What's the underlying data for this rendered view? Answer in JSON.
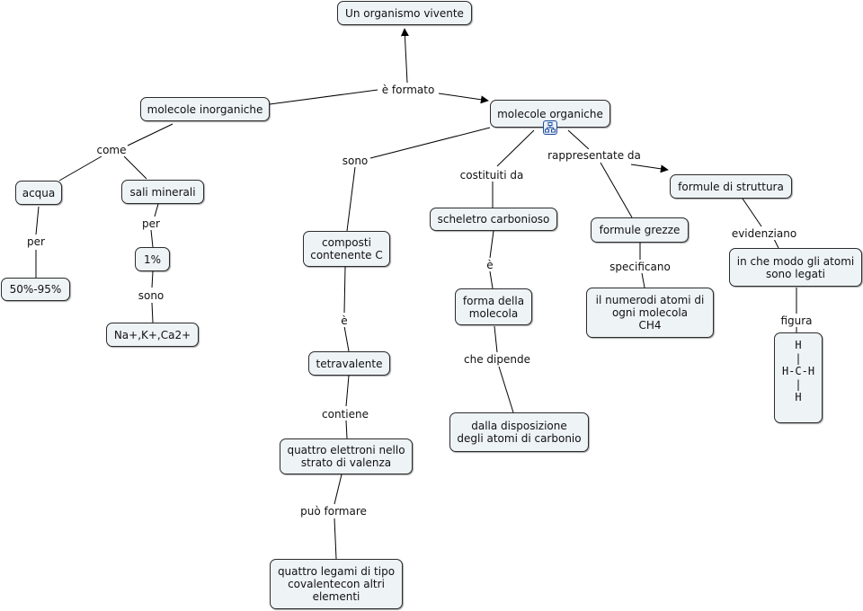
{
  "nodes": {
    "root": "Un organismo vivente",
    "inorganic": "molecole inorganiche",
    "organic": "molecole organiche",
    "acqua": "acqua",
    "sali": "sali minerali",
    "pct_acqua": "50%-95%",
    "pct_sali": "1%",
    "ioni": "Na+,K+,Ca2+",
    "composti": "composti\ncontenente C",
    "tetravalente": "tetravalente",
    "elettroni": "quattro elettroni nello\nstrato di valenza",
    "legami": "quattro legami di tipo\ncovalentecon altri\nelementi",
    "scheletro": "scheletro carbonioso",
    "forma": "forma della\nmolecola",
    "disposizione": "dalla disposizione\ndegli atomi di carbonio",
    "grezze": "formule grezze",
    "numero_atomi": "il numerodi atomi di\nogni molecola\nCH4",
    "struttura": "formule di struttura",
    "modo_atomi": "in che modo gli atomi\nsono legati",
    "figura_lines": [
      "H",
      "|",
      "H-C-H",
      "|",
      "H"
    ]
  },
  "labels": {
    "e_formato": "è formato",
    "come": "come",
    "per_acqua": "per",
    "per_sali": "per",
    "sono_sali": "sono",
    "sono_org": "sono",
    "e_composti": "è",
    "contiene": "contiene",
    "puo_formare": "può formare",
    "costituiti_da": "costituiti da",
    "e_scheletro": "è",
    "che_dipende": "che dipende",
    "rappresentate_da": "rappresentate da",
    "specificano": "specificano",
    "evidenziano": "evidenziano",
    "figura": "figura"
  },
  "icons": {
    "organic": "concept-map-icon"
  },
  "colors": {
    "node_fill": "#eef3f6",
    "node_border": "#2b2b2b",
    "line": "#000000"
  }
}
